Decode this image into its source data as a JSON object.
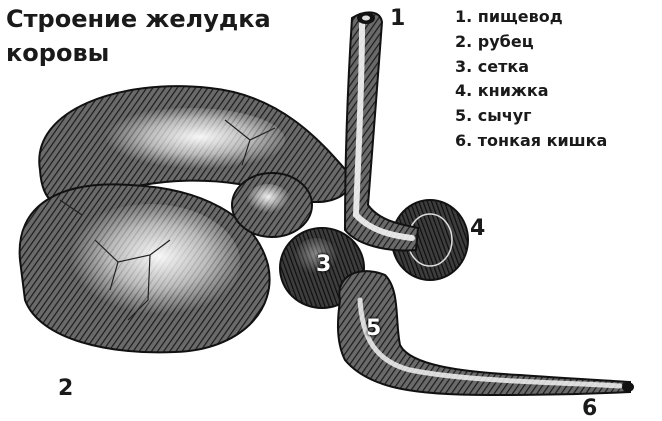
{
  "title": {
    "line1": "Строение желудка",
    "line2": "коровы"
  },
  "legend": [
    "1. пищевод",
    "2. рубец",
    "3. сетка",
    "4. книжка",
    "5. сычуг",
    "6. тонкая кишка"
  ],
  "callouts": [
    "1",
    "2",
    "3",
    "4",
    "5",
    "6"
  ],
  "colors": {
    "ink": "#1a1a1a",
    "organ_shade": "#3a3a3a",
    "organ_light": "#d9d9d9",
    "background": "#ffffff"
  }
}
